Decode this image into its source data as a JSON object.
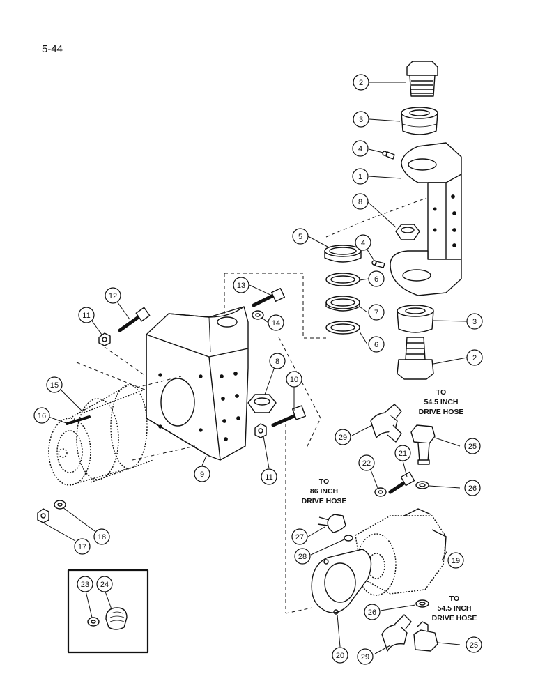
{
  "page_number": "5-44",
  "callouts": [
    {
      "id": "c2a",
      "label": "2"
    },
    {
      "id": "c3a",
      "label": "3"
    },
    {
      "id": "c4a",
      "label": "4"
    },
    {
      "id": "c1",
      "label": "1"
    },
    {
      "id": "c8a",
      "label": "8"
    },
    {
      "id": "c5",
      "label": "5"
    },
    {
      "id": "c4b",
      "label": "4"
    },
    {
      "id": "c6a",
      "label": "6"
    },
    {
      "id": "c7",
      "label": "7"
    },
    {
      "id": "c6b",
      "label": "6"
    },
    {
      "id": "c3b",
      "label": "3"
    },
    {
      "id": "c2b",
      "label": "2"
    },
    {
      "id": "c13",
      "label": "13"
    },
    {
      "id": "c14",
      "label": "14"
    },
    {
      "id": "c12",
      "label": "12"
    },
    {
      "id": "c11a",
      "label": "11"
    },
    {
      "id": "c15",
      "label": "15"
    },
    {
      "id": "c16",
      "label": "16"
    },
    {
      "id": "c8b",
      "label": "8"
    },
    {
      "id": "c10",
      "label": "10"
    },
    {
      "id": "c11b",
      "label": "11"
    },
    {
      "id": "c9",
      "label": "9"
    },
    {
      "id": "c18",
      "label": "18"
    },
    {
      "id": "c17",
      "label": "17"
    },
    {
      "id": "c29a",
      "label": "29"
    },
    {
      "id": "c25a",
      "label": "25"
    },
    {
      "id": "c21",
      "label": "21"
    },
    {
      "id": "c22",
      "label": "22"
    },
    {
      "id": "c26a",
      "label": "26"
    },
    {
      "id": "c27",
      "label": "27"
    },
    {
      "id": "c28",
      "label": "28"
    },
    {
      "id": "c19",
      "label": "19"
    },
    {
      "id": "c23",
      "label": "23"
    },
    {
      "id": "c24",
      "label": "24"
    },
    {
      "id": "c26b",
      "label": "26"
    },
    {
      "id": "c20",
      "label": "20"
    },
    {
      "id": "c29b",
      "label": "29"
    },
    {
      "id": "c25b",
      "label": "25"
    }
  ],
  "notes": {
    "hose_upper": [
      "TO",
      "54.5 INCH",
      "DRIVE HOSE"
    ],
    "hose_middle": [
      "TO",
      "86 INCH",
      "DRIVE HOSE"
    ],
    "hose_lower": [
      "TO",
      "54.5 INCH",
      "DRIVE HOSE"
    ]
  }
}
